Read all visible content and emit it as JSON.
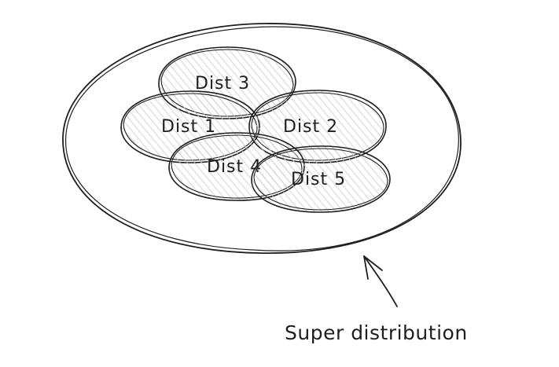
{
  "diagram": {
    "distributions": [
      {
        "label": "Dist 3"
      },
      {
        "label": "Dist 1"
      },
      {
        "label": "Dist 2"
      },
      {
        "label": "Dist 4"
      },
      {
        "label": "Dist 5"
      }
    ],
    "super_label": "Super distribution"
  },
  "colors": {
    "ink": "#1e1e1e",
    "hatch": "#c9c9c9",
    "background": "#ffffff"
  }
}
